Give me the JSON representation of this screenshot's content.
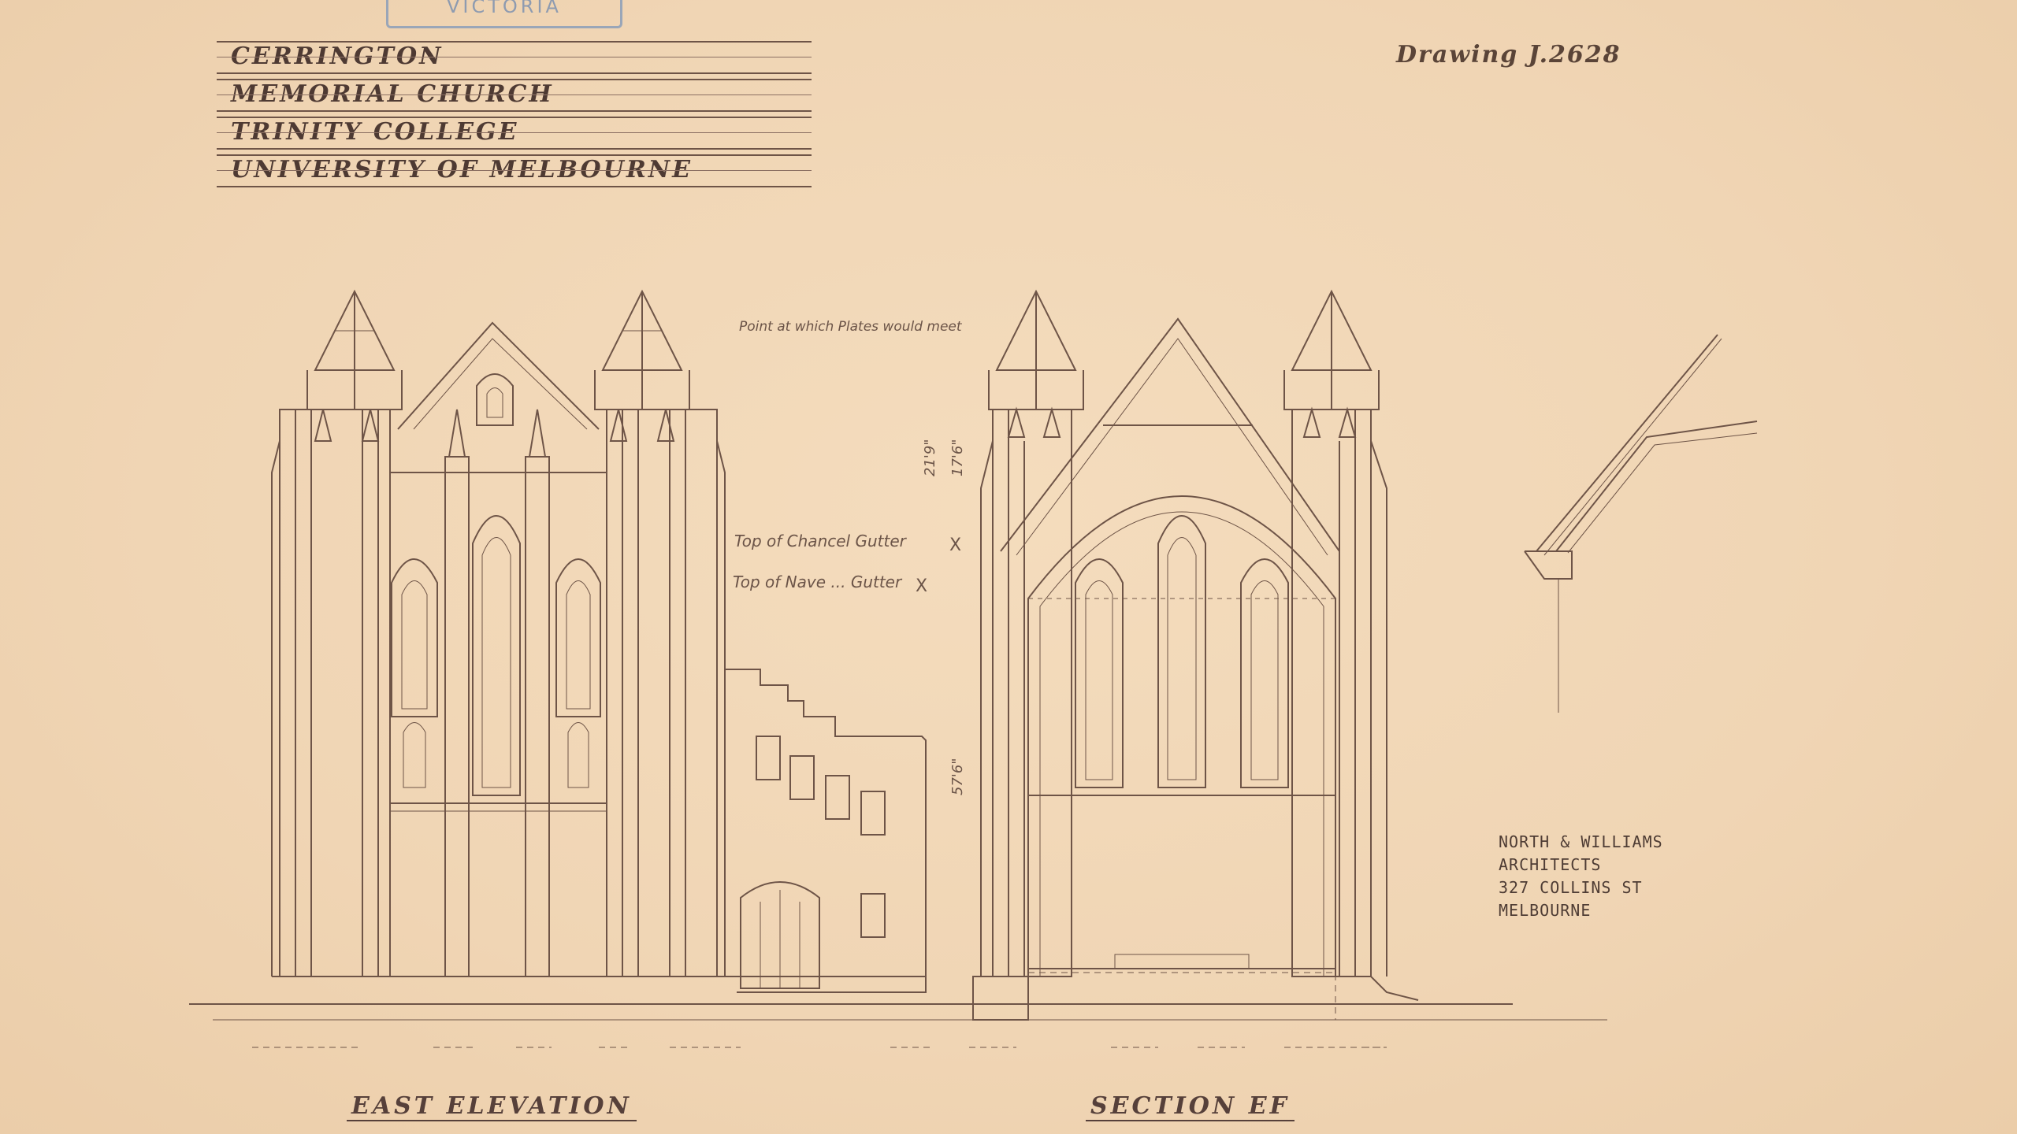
{
  "stamp": "VICTORIA",
  "title": {
    "lines": [
      "Cerrington",
      "Memorial Church",
      "Trinity College",
      "University of Melbourne"
    ]
  },
  "drawing_number": "Drawing J.2628",
  "notes": {
    "rafters": "Point at which Plates would meet",
    "chancel_gutter": "Top of Chancel Gutter",
    "nave_gutter": "Top of Nave ... Gutter",
    "mark": "X"
  },
  "dimensions": {
    "d1": "21'9\"",
    "d2": "17'6\"",
    "d3": "57'6\""
  },
  "architect": {
    "line1": "NORTH & WILLIAMS",
    "line2": "ARCHITECTS",
    "line3": "327 COLLINS ST",
    "line4": "MELBOURNE"
  },
  "captions": {
    "east": "East Elevation",
    "section": "Section EF"
  },
  "colors": {
    "paper": "#f1d8b9",
    "ink": "#6e5447"
  }
}
